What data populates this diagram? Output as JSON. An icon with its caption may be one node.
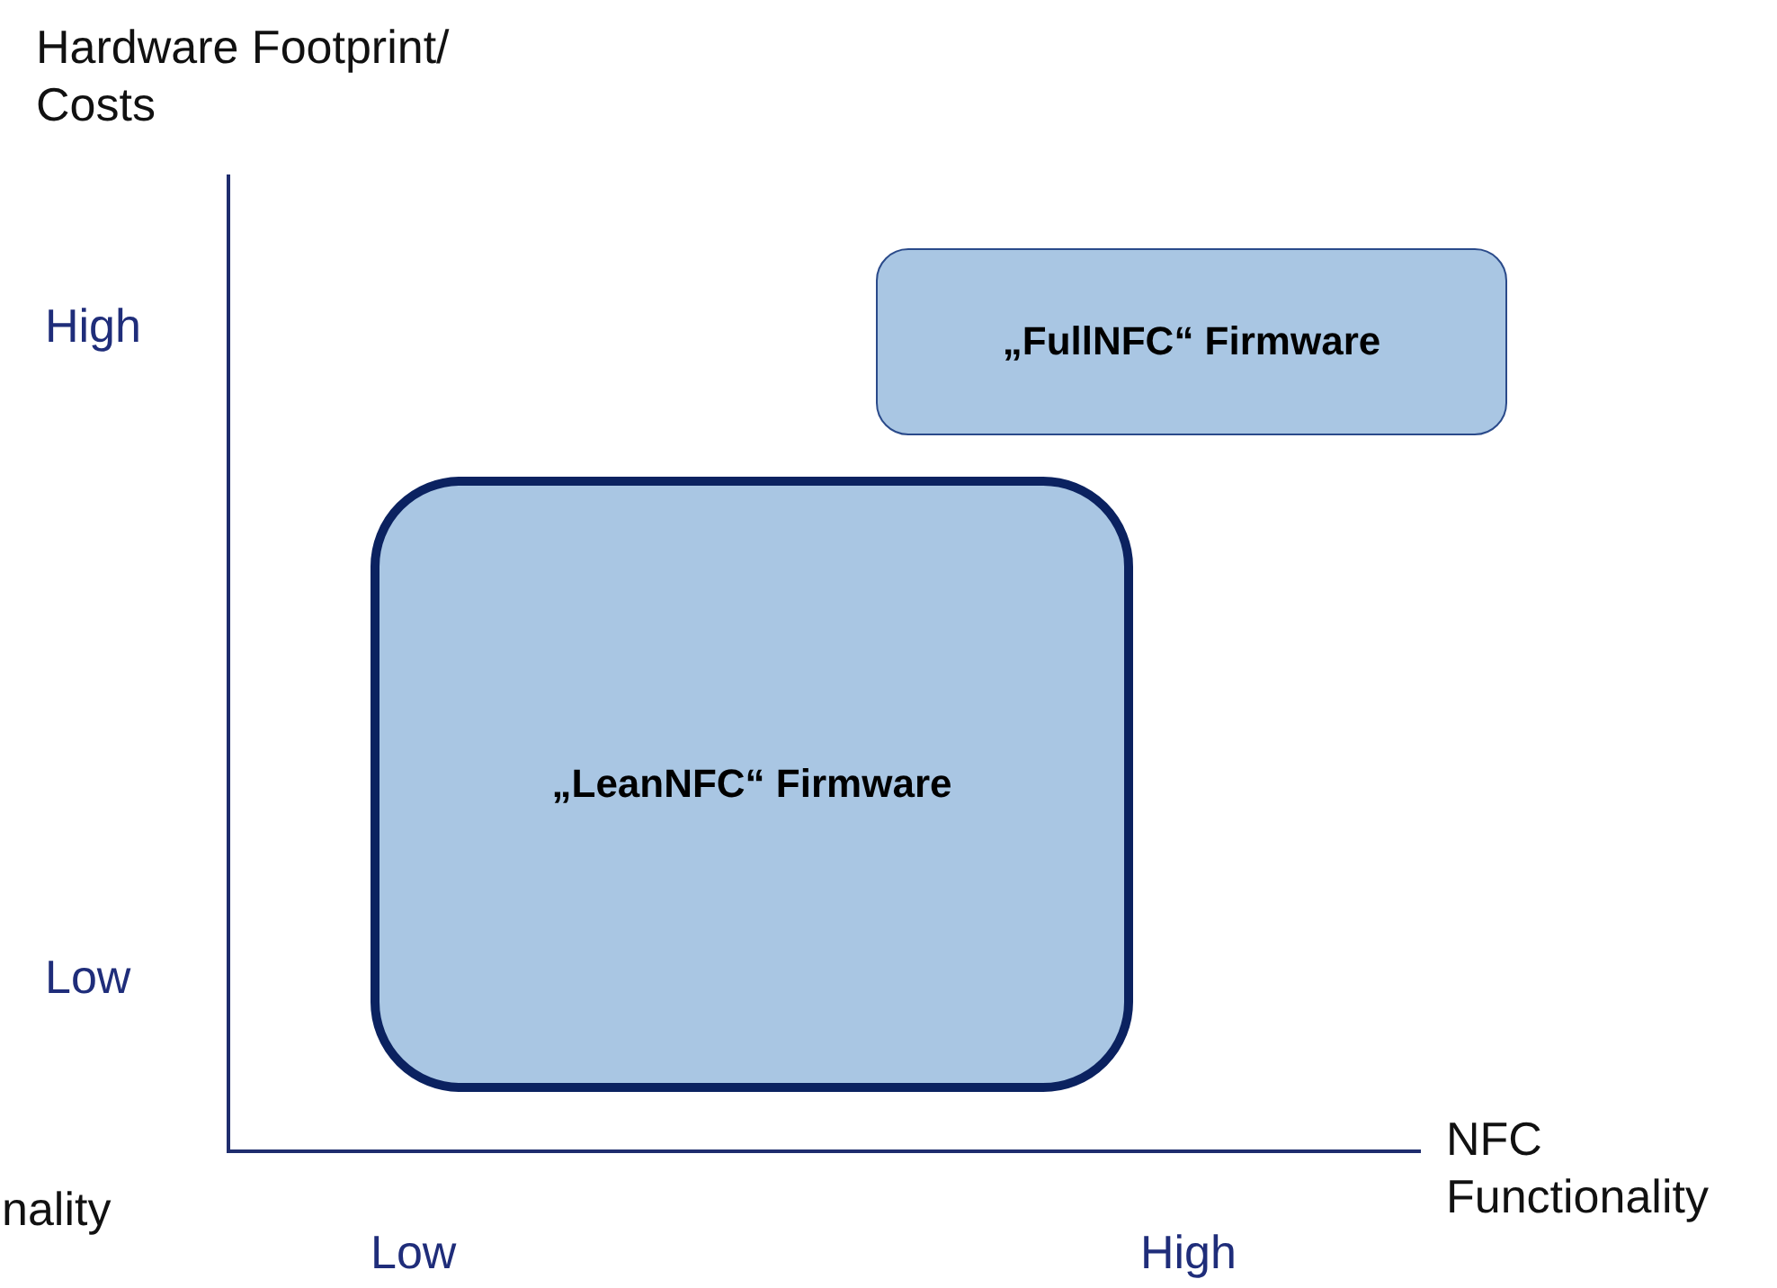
{
  "diagram": {
    "nodes": [
      {
        "text": [
          "„FullNFC“ Firmware"
        ]
      },
      {
        "text": [
          "„LeanNFC“ Firmware"
        ]
      }
    ],
    "edges": [],
    "labels": [
      "Hardware Footprint/ Costs",
      "High",
      "Low",
      "NFC Functionality",
      "nality",
      "Low",
      "High"
    ]
  }
}
